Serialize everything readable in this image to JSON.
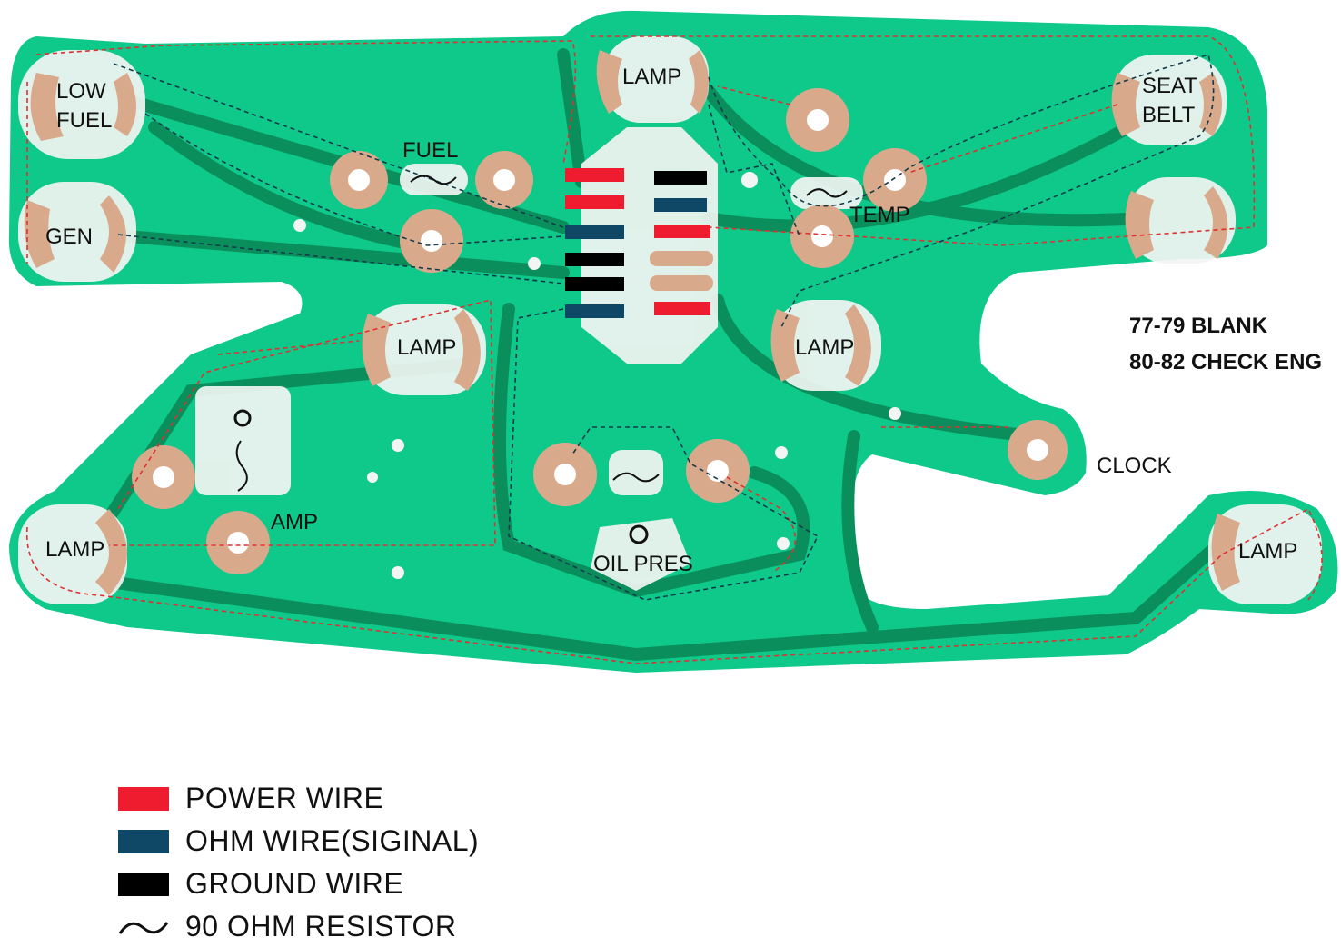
{
  "labels": {
    "low": "LOW",
    "fuel_low": "FUEL",
    "gen": "GEN",
    "fuel": "FUEL",
    "lamp_top": "LAMP",
    "seat": "SEAT",
    "belt": "BELT",
    "temp": "TEMP",
    "lamp_mid_left": "LAMP",
    "lamp_mid_right": "LAMP",
    "lamp_left": "LAMP",
    "amp": "AMP",
    "oil_pres": "OIL PRES",
    "clock": "CLOCK",
    "lamp_right": "LAMP"
  },
  "notes": {
    "line1": "77-79 BLANK",
    "line2": "80-82 CHECK ENG"
  },
  "legend": [
    {
      "color": "#ee1c2e",
      "label": "POWER WIRE"
    },
    {
      "color": "#0f4766",
      "label": "OHM WIRE(SIGINAL)"
    },
    {
      "color": "#000000",
      "label": "GROUND WIRE"
    },
    {
      "icon": "resistor-icon",
      "label": "90 OHM RESISTOR"
    }
  ],
  "colors": {
    "board": "#0fc98a",
    "trace": "#0a8f5c",
    "pad": "#d9a98c",
    "power": "#ee1c2e",
    "ohm": "#0f4766",
    "ground": "#000000"
  }
}
